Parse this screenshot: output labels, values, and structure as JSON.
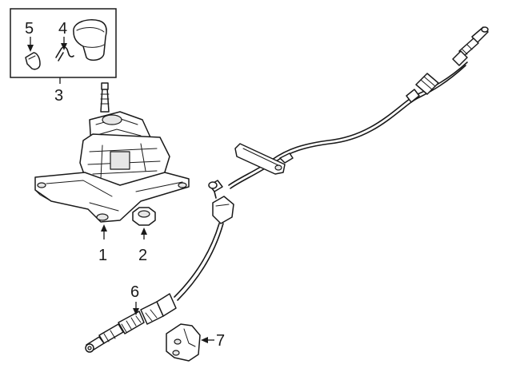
{
  "diagram": {
    "callouts": [
      "1",
      "2",
      "3",
      "4",
      "5",
      "6",
      "7"
    ]
  },
  "colors": {
    "line": "#1a1a1a",
    "background": "#ffffff",
    "shading": "#e6e6e6"
  }
}
